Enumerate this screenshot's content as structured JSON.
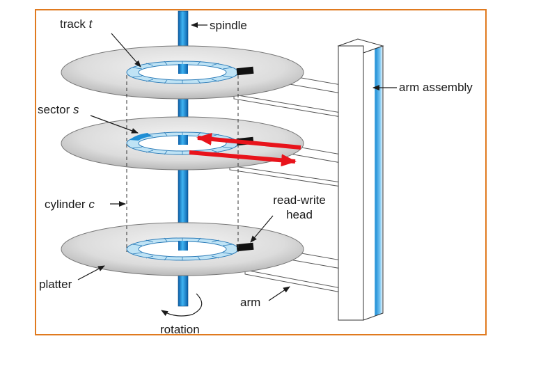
{
  "labels": {
    "track": "track",
    "track_var": "t",
    "spindle": "spindle",
    "arm_assembly": "arm assembly",
    "sector": "sector",
    "sector_var": "s",
    "cylinder": "cylinder",
    "cylinder_var": "c",
    "read_write_line1": "read-write",
    "read_write_line2": "head",
    "platter": "platter",
    "arm": "arm",
    "rotation": "rotation"
  },
  "colors": {
    "frame_border": "#e07a1f",
    "spindle_blue": "#1f8fd6",
    "track_ring": "#bfe3f5",
    "platter_gray": "#d6d6d6",
    "arrow_red": "#e8131b",
    "sector_highlight": "#1f8fd6"
  }
}
